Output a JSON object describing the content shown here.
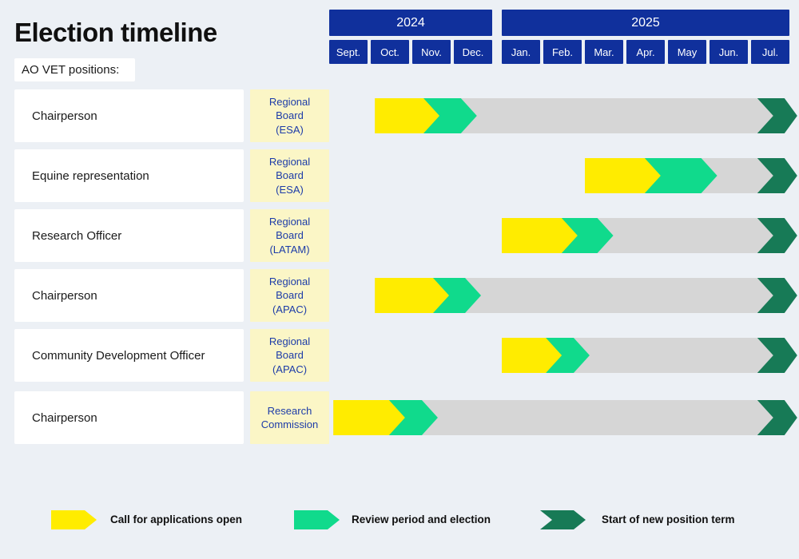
{
  "title": "Election timeline",
  "subtitle_label": "AO VET positions:",
  "colors": {
    "background": "#ecf0f5",
    "navy": "#10309c",
    "yellow": "#ffec00",
    "green": "#10da8c",
    "dark_green": "#177a56",
    "track_gray": "#d6d6d6",
    "pale_yellow": "#fbf6c6",
    "board_text": "#1d3ca8"
  },
  "timeline": {
    "years": [
      {
        "label": "2024",
        "months": [
          "Sept.",
          "Oct.",
          "Nov.",
          "Dec."
        ]
      },
      {
        "label": "2025",
        "months": [
          "Jan.",
          "Feb.",
          "Mar.",
          "Apr.",
          "May",
          "Jun.",
          "Jul."
        ]
      }
    ]
  },
  "chart_data": {
    "type": "gantt",
    "title": "Election timeline",
    "unit": "month index: 0 = start of Sept 2024, 11 = end of Jul 2025",
    "rows": [
      {
        "position": "Chairperson",
        "board": "Regional Board (ESA)",
        "board_display": "Regional\nBoard\n(ESA)",
        "call_open": [
          1.1,
          2.27
        ],
        "review": [
          2.27,
          3.17
        ]
      },
      {
        "position": "Equine representation",
        "board": "Regional Board (ESA)",
        "board_display": "Regional\nBoard\n(ESA)",
        "call_open": [
          6.0,
          7.44
        ],
        "review": [
          7.44,
          8.8
        ]
      },
      {
        "position": "Research Officer",
        "board": "Regional Board (LATAM)",
        "board_display": "Regional\nBoard\n(LATAM)",
        "call_open": [
          4.0,
          5.44
        ],
        "review": [
          5.44,
          6.3
        ]
      },
      {
        "position": "Chairperson",
        "board": "Regional Board (APAC)",
        "board_display": "Regional\nBoard\n(APAC)",
        "call_open": [
          1.1,
          2.5
        ],
        "review": [
          2.5,
          3.27
        ]
      },
      {
        "position": "Community Development Officer",
        "board": "Regional Board (APAC)",
        "board_display": "Regional\nBoard\n(APAC)",
        "call_open": [
          4.0,
          5.06
        ],
        "review": [
          5.06,
          5.73
        ]
      },
      {
        "position": "Chairperson",
        "board": "Research Commission",
        "board_display": "Research\nCommission",
        "call_open": [
          0.1,
          1.44
        ],
        "review": [
          1.44,
          2.23
        ]
      }
    ],
    "track_end": 10.15,
    "term_start": 10.15,
    "legend_position": "bottom"
  },
  "legend": [
    {
      "label": "Call for applications open",
      "color_key": "yellow"
    },
    {
      "label": "Review period and election",
      "color_key": "green"
    },
    {
      "label": "Start of new position term",
      "color_key": "dark_green"
    }
  ]
}
